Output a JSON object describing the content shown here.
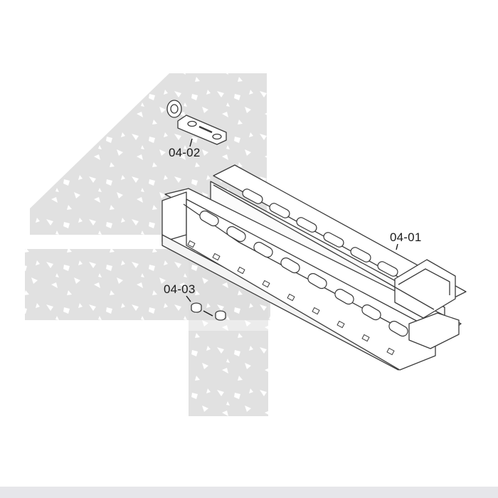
{
  "parts": [
    {
      "id": "04-01",
      "label": "04-01",
      "component": "handguard-rail"
    },
    {
      "id": "04-02",
      "label": "04-02",
      "component": "sling-mount-plate"
    },
    {
      "id": "04-03",
      "label": "04-03",
      "component": "mounting-screws"
    }
  ],
  "watermark": {
    "glyph": "4",
    "color": "#dcdcdc"
  },
  "colors": {
    "background": "#ffffff",
    "line": "#3a3a3a",
    "label": "#1a1a1a",
    "bottom_band": "#e6e6ea"
  }
}
